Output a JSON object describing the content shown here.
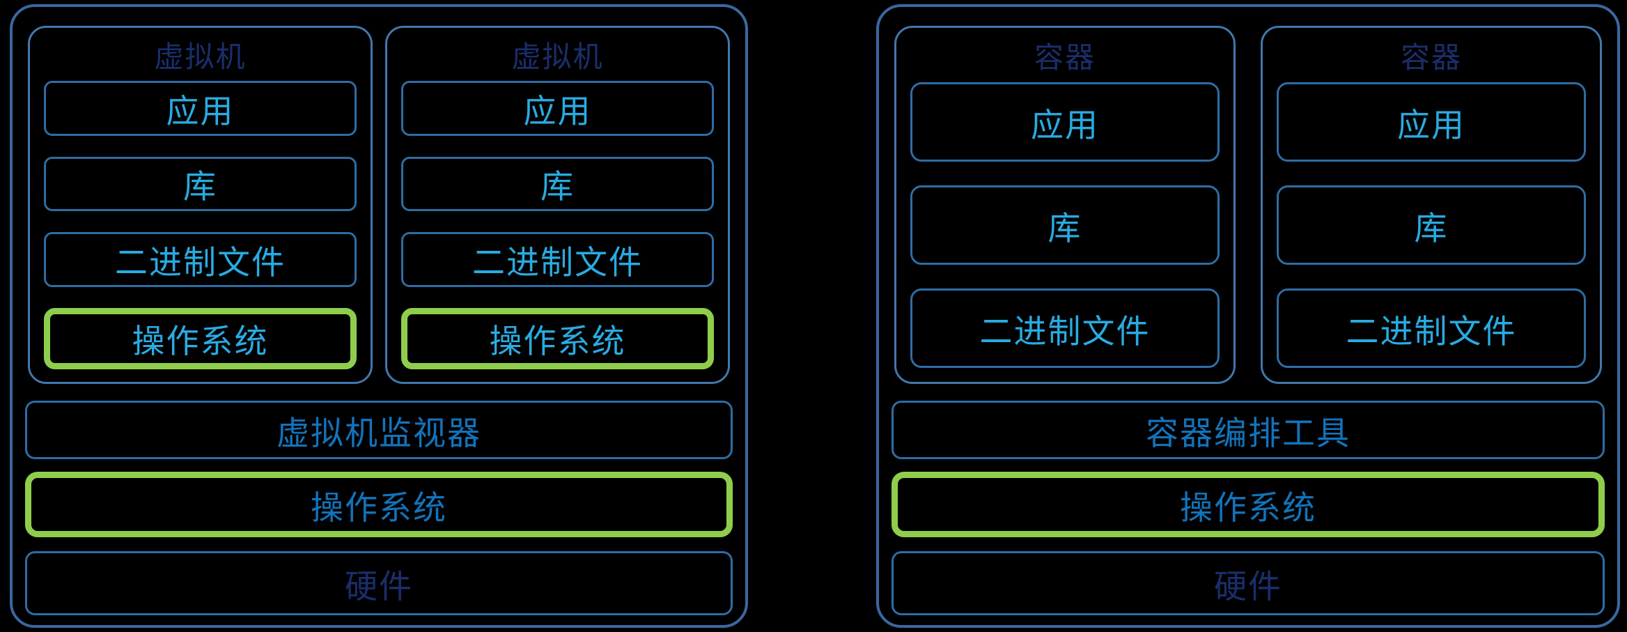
{
  "vm_panel": {
    "machines": [
      {
        "title": "虚拟机",
        "layers": [
          "应用",
          "库",
          "二进制文件"
        ],
        "os_layer": "操作系统"
      },
      {
        "title": "虚拟机",
        "layers": [
          "应用",
          "库",
          "二进制文件"
        ],
        "os_layer": "操作系统"
      }
    ],
    "hypervisor": "虚拟机监视器",
    "os": "操作系统",
    "hardware": "硬件"
  },
  "container_panel": {
    "machines": [
      {
        "title": "容器",
        "layers": [
          "应用",
          "库",
          "二进制文件"
        ]
      },
      {
        "title": "容器",
        "layers": [
          "应用",
          "库",
          "二进制文件"
        ]
      }
    ],
    "orchestrator": "容器编排工具",
    "os": "操作系统",
    "hardware": "硬件"
  },
  "colors": {
    "background": "#000000",
    "panel_border": "#3a679f",
    "box_border": "#4277ad",
    "cell_border": "#2e6da4",
    "highlight_green": "#8fce4c",
    "layer_text_cyan": "#29abe2",
    "stack_text_blue": "#1273bb",
    "title_text_navy": "#1b2e6b"
  }
}
